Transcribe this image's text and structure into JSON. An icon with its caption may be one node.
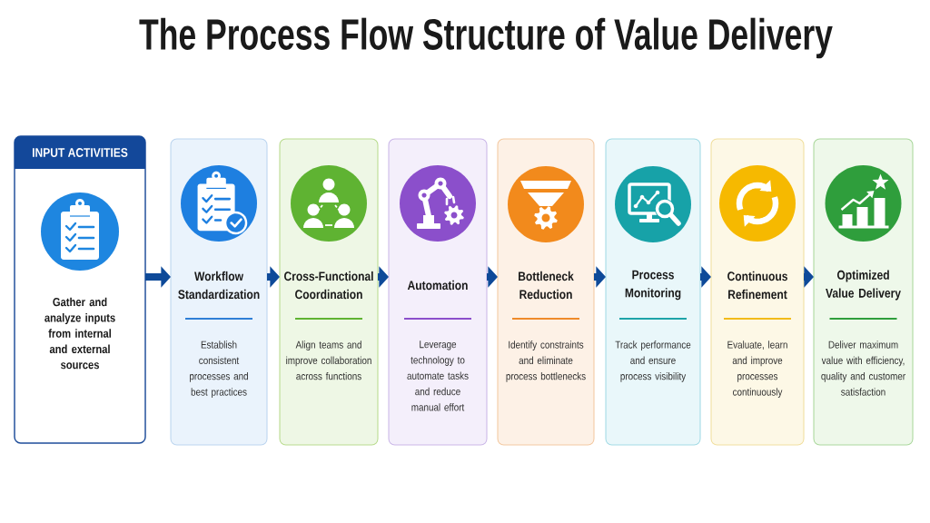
{
  "diagram": {
    "title": "The Process Flow Structure of Value Delivery",
    "nodes": [
      {
        "text": [
          "INPUT ACTIVITIES",
          "Gather and analyze inputs from internal and external sources"
        ]
      },
      {
        "text": [
          "Workflow Standardization",
          "Establish consistent processes and best practices"
        ]
      },
      {
        "text": [
          "Cross-Functional Coordination",
          "Align teams and improve collaboration across functions"
        ]
      },
      {
        "text": [
          "Automation",
          "Leverage technology to automate tasks and reduce manual effort"
        ]
      },
      {
        "text": [
          "Bottleneck Reduction",
          "Identify constraints and eliminate process bottlenecks"
        ]
      },
      {
        "text": [
          "Process Monitoring",
          "Track performance and ensure process visibility"
        ]
      },
      {
        "text": [
          "Continuous Refinement",
          "Evaluate, learn and improve processes continuously"
        ]
      },
      {
        "text": [
          "Optimized Value Delivery",
          "Deliver maximum value with efficiency, quality and customer satisfaction"
        ]
      }
    ],
    "edges": [
      {
        "from": 0,
        "to": 1,
        "arrow": "to"
      },
      {
        "from": 1,
        "to": 2,
        "arrow": "to"
      },
      {
        "from": 2,
        "to": 3,
        "arrow": "to"
      },
      {
        "from": 3,
        "to": 4,
        "arrow": "to"
      },
      {
        "from": 4,
        "to": 5,
        "arrow": "to"
      },
      {
        "from": 5,
        "to": 6,
        "arrow": "to"
      },
      {
        "from": 6,
        "to": 7,
        "arrow": "to"
      }
    ]
  }
}
